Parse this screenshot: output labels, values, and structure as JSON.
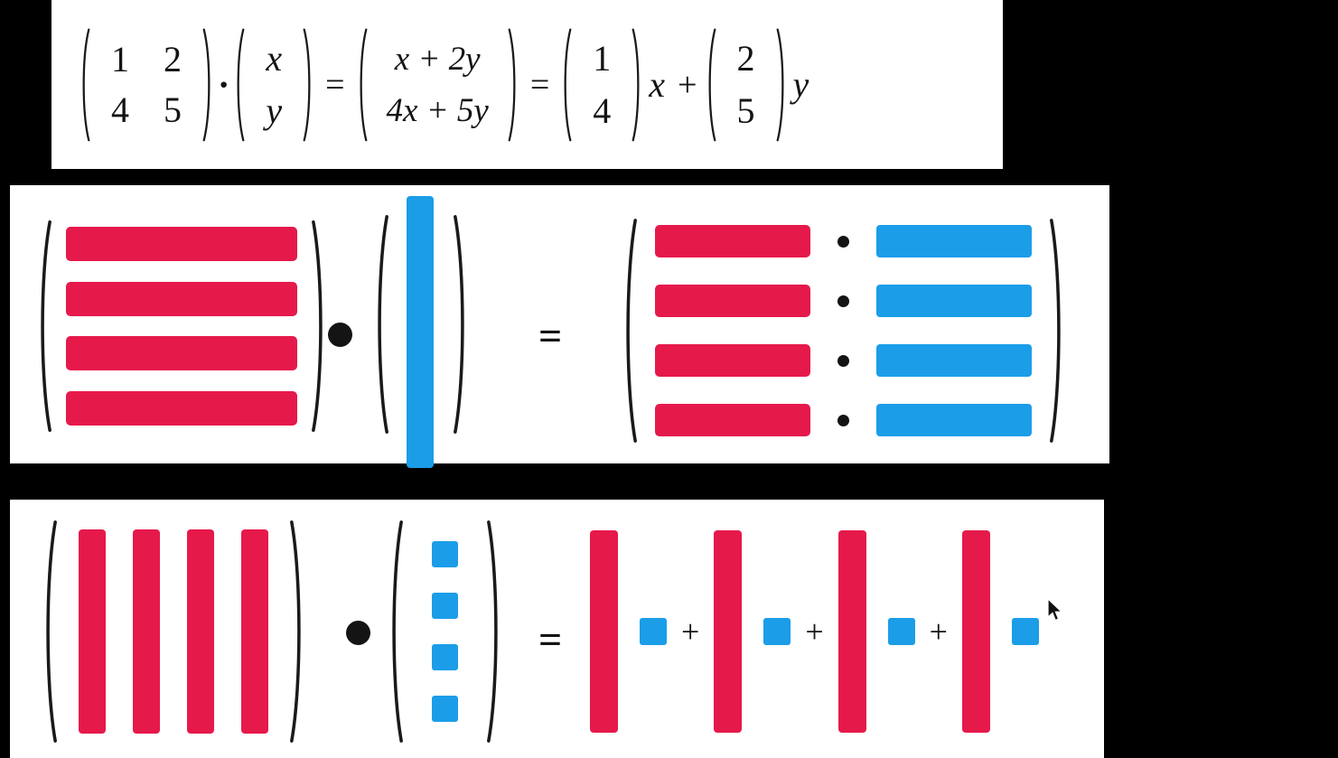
{
  "colors": {
    "red": "#e6194b",
    "blue": "#1b9de8",
    "ink": "#141414",
    "panel": "#ffffff",
    "background": "#000000"
  },
  "equation": {
    "matrix_a": {
      "r1c1": "1",
      "r1c2": "2",
      "r2c1": "4",
      "r2c2": "5"
    },
    "times_dot": "·",
    "vector": {
      "r1": "x",
      "r2": "y"
    },
    "equals_1": "=",
    "product": {
      "r1": "x + 2y",
      "r2": "4x + 5y"
    },
    "equals_2": "=",
    "column_1": {
      "r1": "1",
      "r2": "4"
    },
    "scalar_x": "x",
    "plus": "+",
    "column_2": {
      "r1": "2",
      "r2": "5"
    },
    "scalar_y": "y"
  },
  "row_picture": {
    "matrix_row_count": 4,
    "result_row_count": 4,
    "equals": "="
  },
  "column_picture": {
    "matrix_column_count": 4,
    "vector_entry_count": 4,
    "term_count": 4,
    "equals": "=",
    "plus": "+"
  }
}
